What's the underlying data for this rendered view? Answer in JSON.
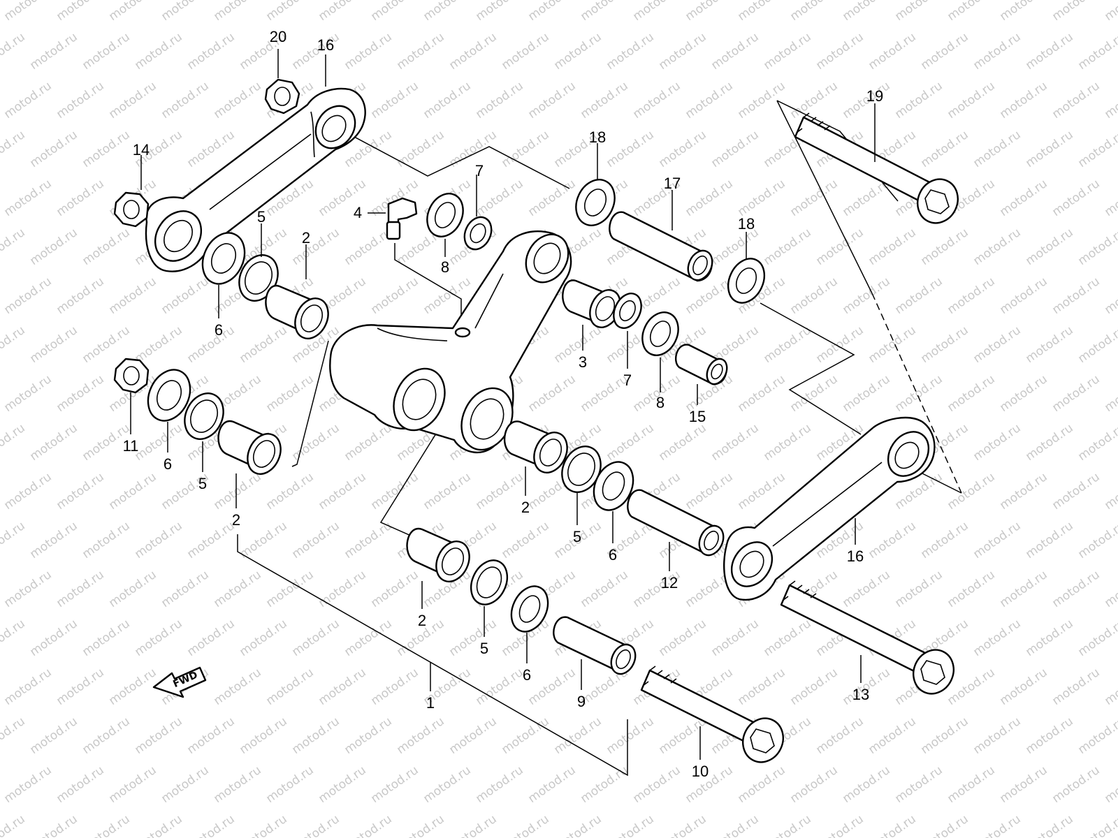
{
  "watermark": "motod.ru",
  "fwd_arrow": {
    "text": "FWD"
  },
  "callouts": {
    "c20": "20",
    "c16a": "16",
    "c14": "14",
    "c19": "19",
    "c18a": "18",
    "c7a": "7",
    "c4": "4",
    "c17": "17",
    "c5a": "5",
    "c2a": "2",
    "c8a": "8",
    "c18b": "18",
    "c6a": "6",
    "c3": "3",
    "c7b": "7",
    "c8b": "8",
    "c15": "15",
    "c11": "11",
    "c6b": "6",
    "c5b": "5",
    "c2b": "2",
    "c2c": "2",
    "c5c": "5",
    "c6c": "6",
    "c16b": "16",
    "c12": "12",
    "c2d": "2",
    "c5d": "5",
    "c6d": "6",
    "c9": "9",
    "c1": "1",
    "c13": "13",
    "c10": "10"
  }
}
